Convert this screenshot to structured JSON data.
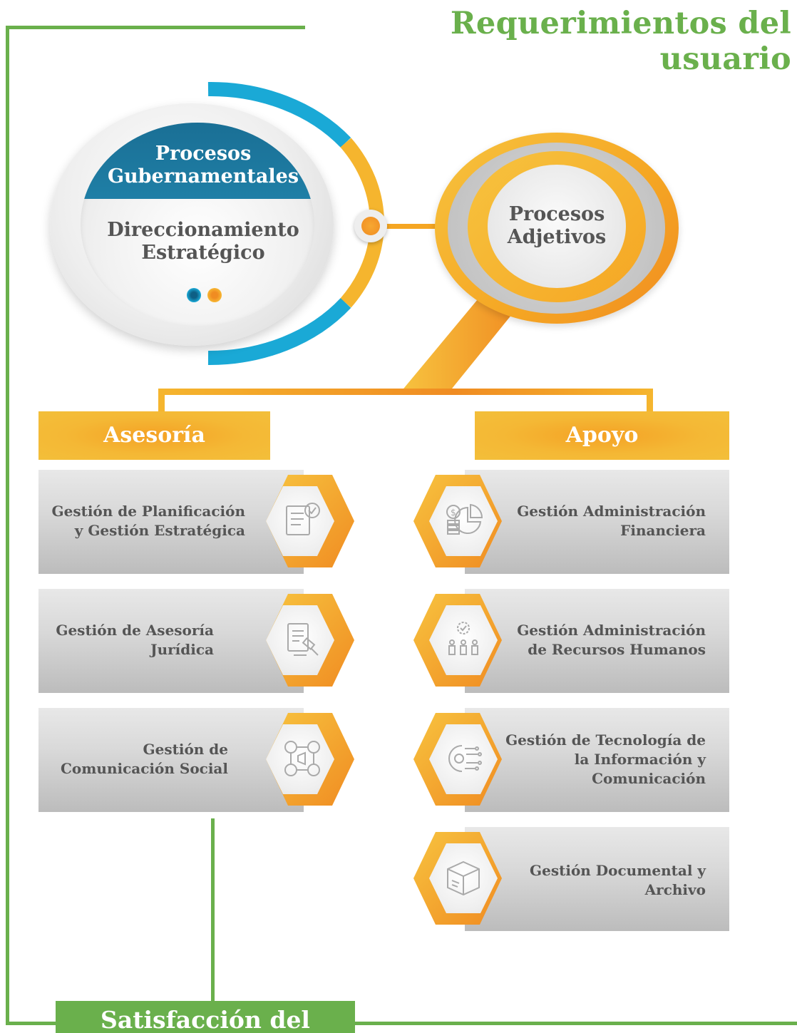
{
  "header": {
    "title": "Requerimientos del usuario"
  },
  "footer": {
    "title": "Satisfacción del Usuario"
  },
  "gubernamentales": {
    "title": "Procesos Gubernamentales",
    "subtitle": "Direccionamiento Estratégico"
  },
  "adjetivos": {
    "title": "Procesos Adjetivos"
  },
  "asesoria": {
    "header": "Asesoría",
    "items": [
      {
        "label": "Gestión de Planificación y Gestión Estratégica",
        "icon": "checklist-document-icon"
      },
      {
        "label": "Gestión de Asesoría Jurídica",
        "icon": "legal-document-gavel-icon"
      },
      {
        "label": "Gestión de Comunicación Social",
        "icon": "social-media-icon"
      }
    ]
  },
  "apoyo": {
    "header": "Apoyo",
    "items": [
      {
        "label": "Gestión Administración Financiera",
        "icon": "finance-pie-chart-icon"
      },
      {
        "label": "Gestión Administración de Recursos Humanos",
        "icon": "people-gear-icon"
      },
      {
        "label": "Gestión de Tecnología de la Información y Comunicación",
        "icon": "technology-circuit-icon"
      },
      {
        "label": "Gestión Documental y Archivo",
        "icon": "archive-box-icon"
      }
    ]
  },
  "colors": {
    "green": "#6ab04c",
    "blue": "#1aa9d6",
    "orange": "#f5a623",
    "dark_orange": "#f08c22",
    "text_gray": "#555555"
  }
}
